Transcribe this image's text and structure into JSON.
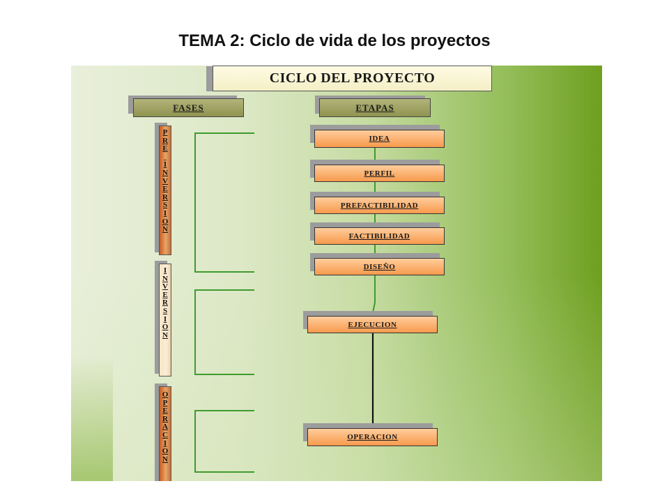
{
  "slide": {
    "title": "TEMA 2: Ciclo de vida de los proyectos"
  },
  "diagram": {
    "main_title": "CICLO DEL PROYECTO",
    "headers": {
      "phases": "FASES",
      "stages": "ETAPAS"
    },
    "phases": [
      {
        "letters": [
          "P",
          "R",
          "E",
          "",
          "I",
          "N",
          "V",
          "E",
          "R",
          "S",
          "I",
          "O",
          "N"
        ]
      },
      {
        "letters": [
          "I",
          "N",
          "V",
          "E",
          "R",
          "S",
          "I",
          "O",
          "N"
        ]
      },
      {
        "letters": [
          "O",
          "P",
          "E",
          "R",
          "A",
          "C",
          "I",
          "O",
          "N"
        ]
      }
    ],
    "stages": [
      "IDEA",
      "PERFIL",
      "PREFACTIBILIDAD",
      "FACTIBILIDAD",
      "DISEÑO",
      "EJECUCION",
      "OPERACION"
    ],
    "colors": {
      "connector_green": "#3f9a2e",
      "connector_dark": "#111111",
      "stage_orange": "#f79a4d",
      "header_olive": "#8f934f",
      "title_cream": "#f4efc6"
    }
  }
}
